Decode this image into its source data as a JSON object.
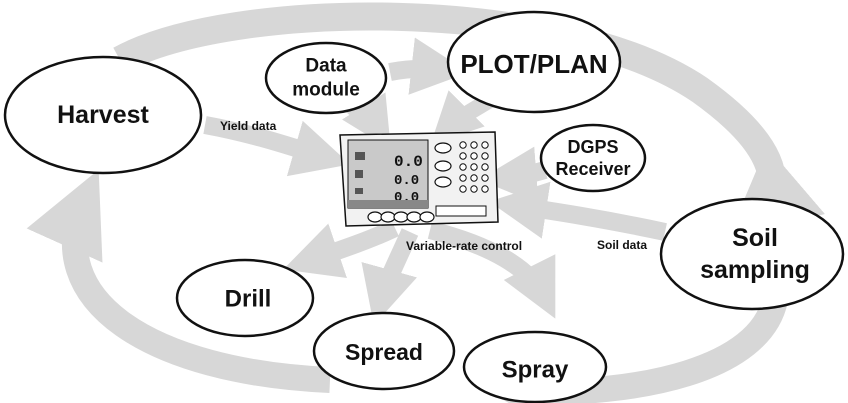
{
  "colors": {
    "arrow_fill": "#d7d7d7",
    "node_stroke": "#111111",
    "device_body": "#f2f2f2",
    "lcd": "#c9c9c9"
  },
  "nodes": {
    "harvest": {
      "label": "Harvest"
    },
    "data_module": {
      "line1": "Data",
      "line2": "module"
    },
    "plot_plan": {
      "label": "PLOT/PLAN"
    },
    "dgps": {
      "line1": "DGPS",
      "line2": "Receiver"
    },
    "soil_sampling": {
      "line1": "Soil",
      "line2": "sampling"
    },
    "drill": {
      "label": "Drill"
    },
    "spread": {
      "label": "Spread"
    },
    "spray": {
      "label": "Spray"
    }
  },
  "edge_labels": {
    "yield_data": "Yield data",
    "variable_rate_control": "Variable-rate control",
    "soil_data": "Soil data"
  },
  "device": {
    "name": "console-icon",
    "readouts": [
      "0.0",
      "0.0",
      "0.0"
    ]
  }
}
